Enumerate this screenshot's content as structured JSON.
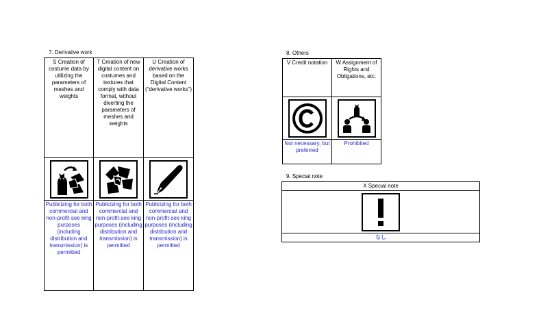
{
  "derivative": {
    "title": "7. Derivative work",
    "columns": [
      {
        "header": "S Creation of costume data by utilizing the parameters of meshes and weights",
        "icon": "cat-costume-icon",
        "condition": "Publicizing for both commercial and non-profit-see king purposes (including distribution and transmission) is permitted"
      },
      {
        "header": "T Creation of new digital content on costumes and textures that comply with data format, without diverting the parameters of meshes and weights",
        "icon": "costume-pieces-icon",
        "condition": "Publicizing for both commercial and non-profit-see king purposes (including distribution and transmission) is permitted"
      },
      {
        "header": "U Creation of derivative works based on the Digital Content (“derivative works”)",
        "icon": "pen-nib-icon",
        "condition": "Publicizing for both commercial and non-profit-see king purposes (including distribution and transmission) is permitted"
      }
    ]
  },
  "others": {
    "title": "8. Others",
    "columns": [
      {
        "header": "V Credit notation",
        "icon": "copyright-icon",
        "condition": "Not necessary, but preferred"
      },
      {
        "header": "W Assignment of Rights and Obligations, etc.",
        "icon": "rights-transfer-icon",
        "condition": "Prohibited"
      }
    ]
  },
  "special": {
    "title": "9. Special note",
    "header": "X Special note",
    "icon": "exclamation-icon",
    "value": "なし"
  },
  "colors": {
    "condition_text": "#2222cc",
    "border": "#000000"
  }
}
